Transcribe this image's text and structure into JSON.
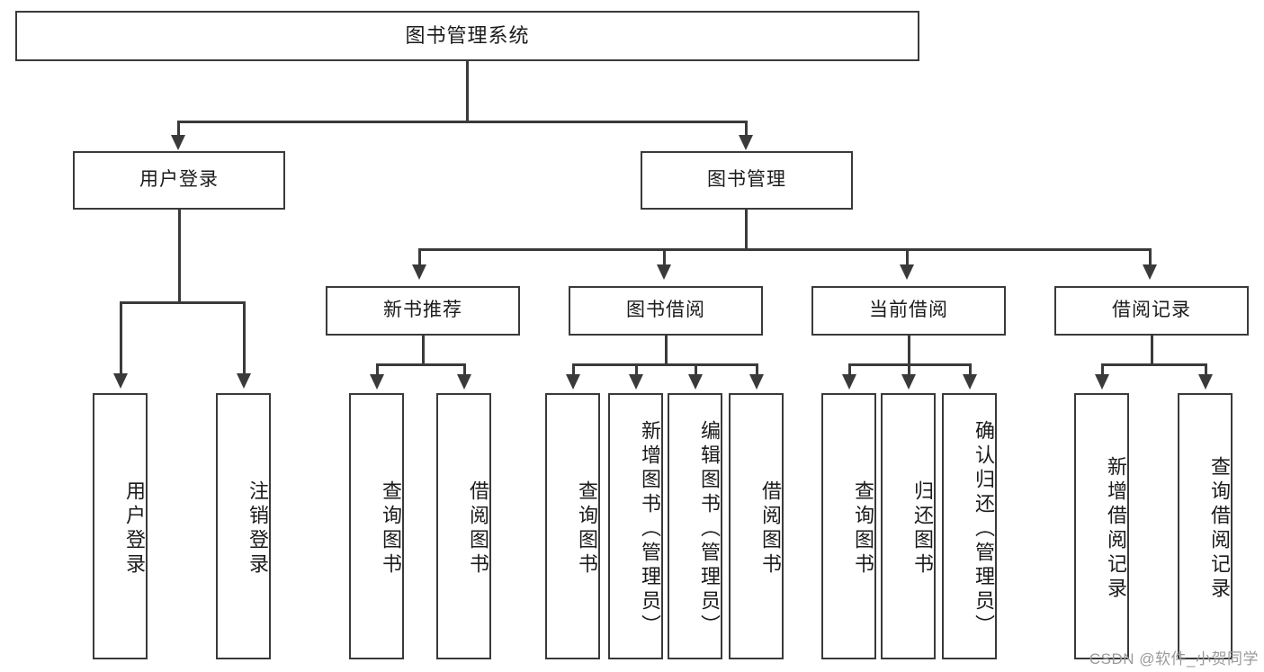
{
  "diagram": {
    "title": "图书管理系统",
    "type": "tree-hierarchy",
    "watermark": "CSDN @软件_小贺同学",
    "colors": {
      "stroke": "#3a3a3a",
      "fill": "#ffffff",
      "text": "#1b1b1b",
      "watermark": "#9a9a9a"
    },
    "levels": {
      "root": {
        "label": "图书管理系统"
      },
      "level2": [
        {
          "label": "用户登录"
        },
        {
          "label": "图书管理"
        }
      ],
      "level3": [
        {
          "label": "新书推荐"
        },
        {
          "label": "图书借阅"
        },
        {
          "label": "当前借阅"
        },
        {
          "label": "借阅记录"
        }
      ],
      "leaves": {
        "user_login": [
          {
            "label": "用户登录"
          },
          {
            "label": "注销登录"
          }
        ],
        "new_book_recommend": [
          {
            "label": "查询图书"
          },
          {
            "label": "借阅图书"
          }
        ],
        "book_borrow": [
          {
            "label": "查询图书"
          },
          {
            "label": "新增图书（管理员）"
          },
          {
            "label": "编辑图书（管理员）"
          },
          {
            "label": "借阅图书"
          }
        ],
        "current_borrow": [
          {
            "label": "查询图书"
          },
          {
            "label": "归还图书"
          },
          {
            "label": "确认归还（管理员）"
          }
        ],
        "borrow_record": [
          {
            "label": "新增借阅记录"
          },
          {
            "label": "查询借阅记录"
          }
        ]
      }
    }
  }
}
